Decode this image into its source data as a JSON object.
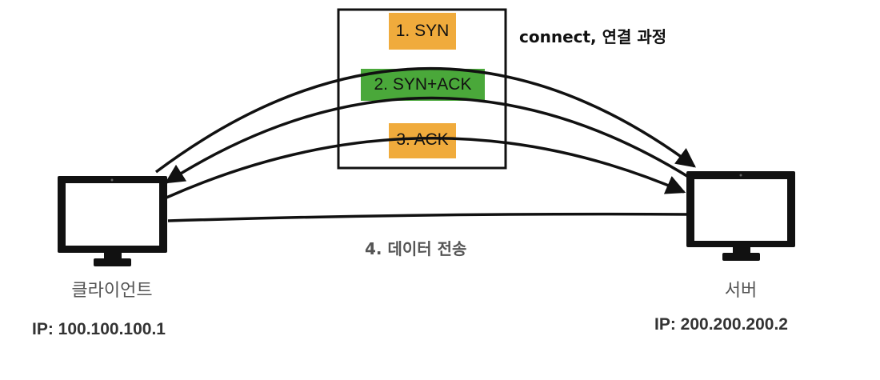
{
  "steps": [
    {
      "label": "1. SYN",
      "color": "#f0ab3c"
    },
    {
      "label": "2. SYN+ACK",
      "color": "#4aa83a"
    },
    {
      "label": "3. ACK",
      "color": "#f0ab3c"
    }
  ],
  "annotation": "connect, 연결 과정",
  "transfer_label": "4. 데이터 전송",
  "client": {
    "name": "클라이언트",
    "ip": "IP: 100.100.100.1"
  },
  "server": {
    "name": "서버",
    "ip": "IP: 200.200.200.2"
  },
  "icons": {
    "client": "monitor-icon",
    "server": "monitor-icon"
  },
  "colors": {
    "stroke": "#111111",
    "orange": "#f0ab3c",
    "green": "#4aa83a"
  }
}
